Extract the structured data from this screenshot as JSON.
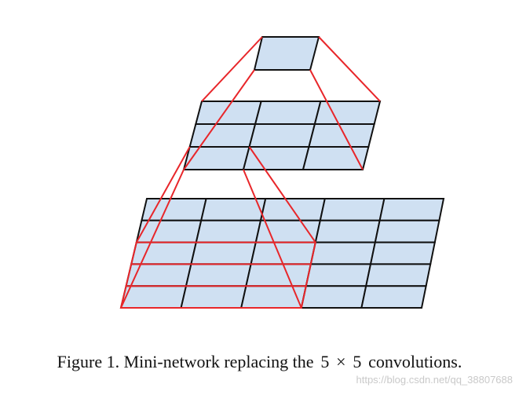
{
  "figure": {
    "caption": {
      "prefix": "Figure 1. Mini-network replacing the",
      "size_a": "5",
      "times": "×",
      "size_b": "5",
      "suffix": "convolutions."
    },
    "layers": [
      {
        "name": "top",
        "rows": 1,
        "cols": 1
      },
      {
        "name": "middle",
        "rows": 3,
        "cols": 3
      },
      {
        "name": "bottom",
        "rows": 5,
        "cols": 5
      }
    ],
    "receptive_fields": [
      {
        "from": "top",
        "to": "middle",
        "covers": "3x3"
      },
      {
        "from": "middle",
        "to": "bottom",
        "covers": "3x3 subset"
      }
    ],
    "colors": {
      "cell_fill": "#cfe0f2",
      "grid_line": "#111111",
      "connection_line": "#e8262a"
    }
  },
  "watermark": "https://blog.csdn.net/qq_38807688"
}
